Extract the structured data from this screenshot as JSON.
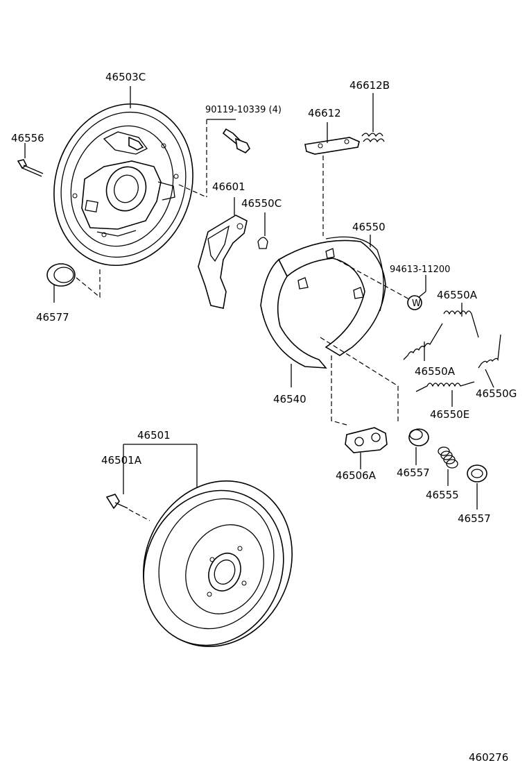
{
  "labels": {
    "p46503C": "46503C",
    "p90119": "90119-10339 (4)",
    "p46612B": "46612B",
    "p46612": "46612",
    "p46556": "46556",
    "p46601": "46601",
    "p46550C": "46550C",
    "p46550": "46550",
    "p94613": "94613-11200",
    "p46550A_top": "46550A",
    "p46577": "46577",
    "p46550A_mid": "46550A",
    "p46550G": "46550G",
    "p46550E": "46550E",
    "p46540": "46540",
    "p46501": "46501",
    "p46501A": "46501A",
    "p46506A": "46506A",
    "p46557_a": "46557",
    "p46555": "46555",
    "p46557_b": "46557",
    "w_mark": "W"
  },
  "diagram_ref": "460276"
}
